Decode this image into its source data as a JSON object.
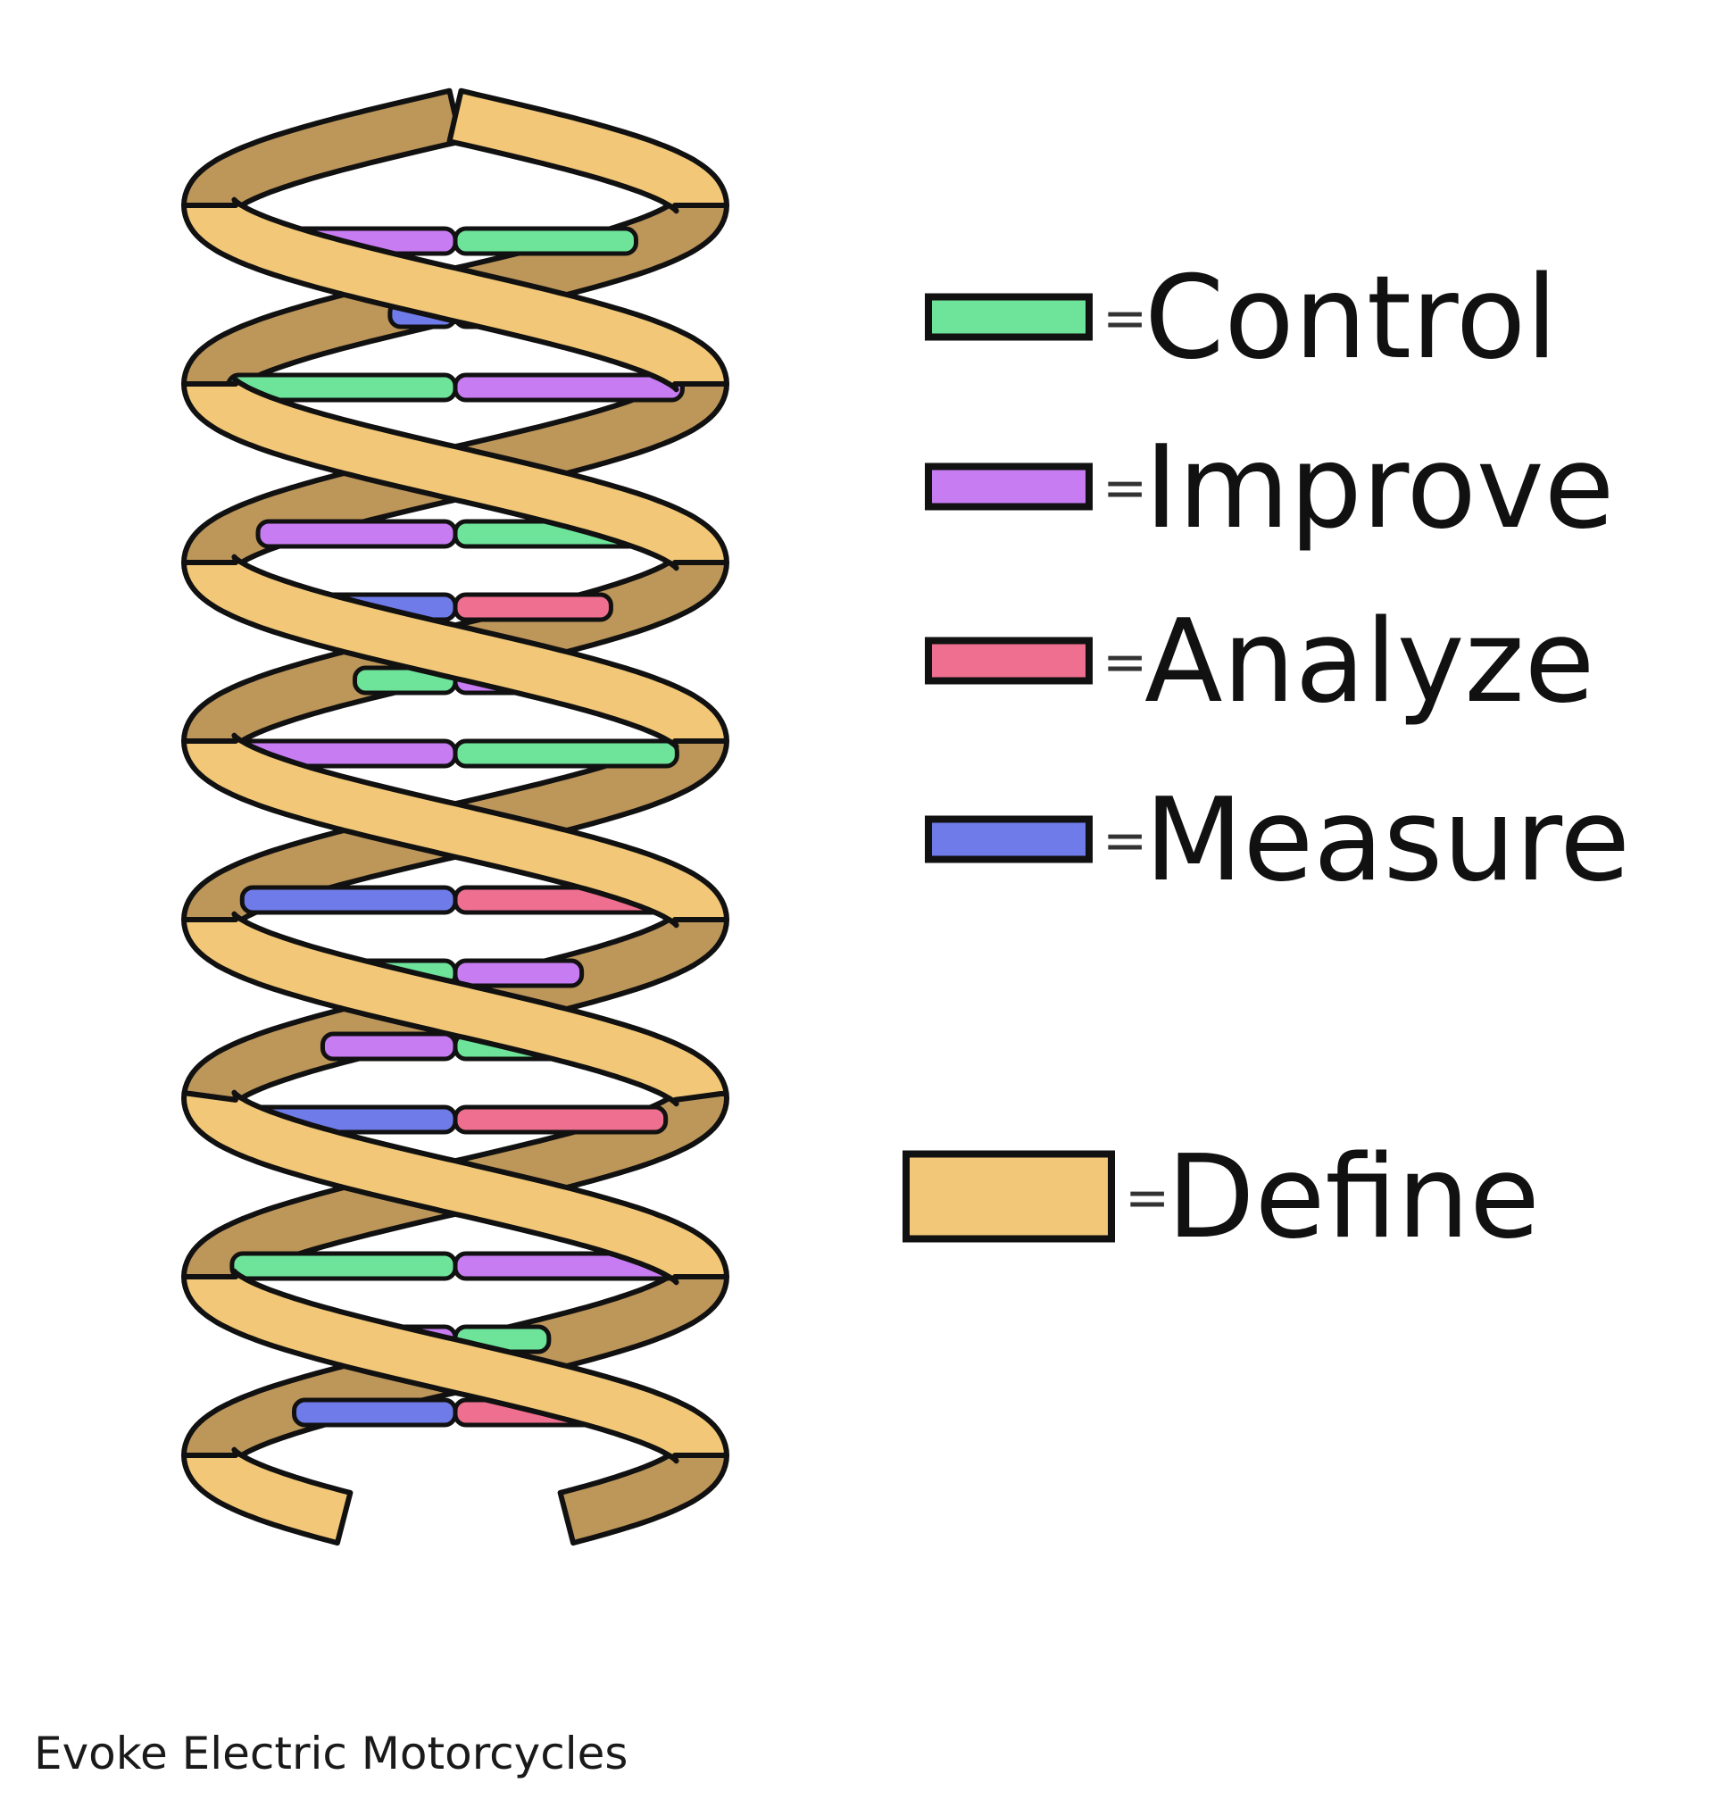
{
  "legend": {
    "items": [
      {
        "key": "control",
        "label": "Control",
        "color": "#6ee39a"
      },
      {
        "key": "improve",
        "label": "Improve",
        "color": "#c77cf2"
      },
      {
        "key": "analyze",
        "label": "Analyze",
        "color": "#ee6f8f"
      },
      {
        "key": "measure",
        "label": "Measure",
        "color": "#6f7be8"
      },
      {
        "key": "define",
        "label": "Define",
        "color": "#f2c878"
      }
    ],
    "equals_sign": "="
  },
  "helix": {
    "front_strand_color": "#f2c878",
    "back_strand_color": "#bd965a",
    "outline_color": "#111111"
  },
  "footer": {
    "credit": "Evoke Electric Motorcycles"
  }
}
